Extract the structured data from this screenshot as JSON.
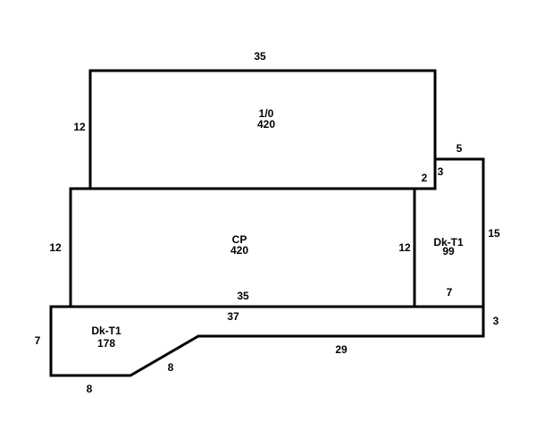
{
  "diagram": {
    "line_color": "#000000",
    "areas": [
      {
        "id": "upper",
        "name": "1/0",
        "value": "420"
      },
      {
        "id": "main",
        "name": "CP",
        "value": "420"
      },
      {
        "id": "deck-right",
        "name": "Dk-T1",
        "value": "99"
      },
      {
        "id": "deck-lower",
        "name": "Dk-T1",
        "value": "178"
      }
    ],
    "dimensions": {
      "upper_top": "35",
      "upper_left": "12",
      "upper_step_bottom": "2",
      "step_side": "3",
      "deck_right_top": "5",
      "deck_right_side": "15",
      "main_left": "12",
      "main_right": "12",
      "main_bottom": "35",
      "deck_right_bottom": "7",
      "lower_top": "37",
      "lower_right": "3",
      "lower_left": "7",
      "lower_bottom_right": "29",
      "lower_diagonal": "8",
      "lower_bottom_left": "8"
    }
  }
}
